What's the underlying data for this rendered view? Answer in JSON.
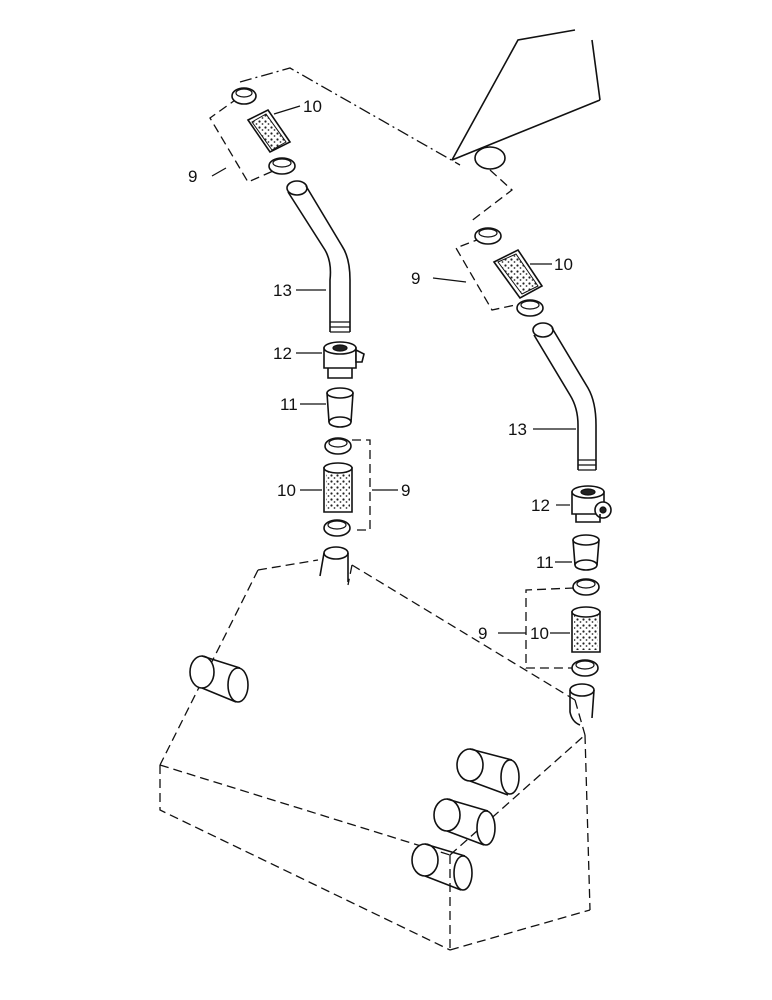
{
  "diagram": {
    "callouts": {
      "left_top_9": "9",
      "left_top_10": "10",
      "left_13": "13",
      "left_12": "12",
      "left_11": "11",
      "left_10": "10",
      "left_9": "9",
      "right_top_9": "9",
      "right_top_10": "10",
      "right_13": "13",
      "right_12": "12",
      "right_11": "11",
      "right_9": "9",
      "right_10": "10"
    }
  }
}
